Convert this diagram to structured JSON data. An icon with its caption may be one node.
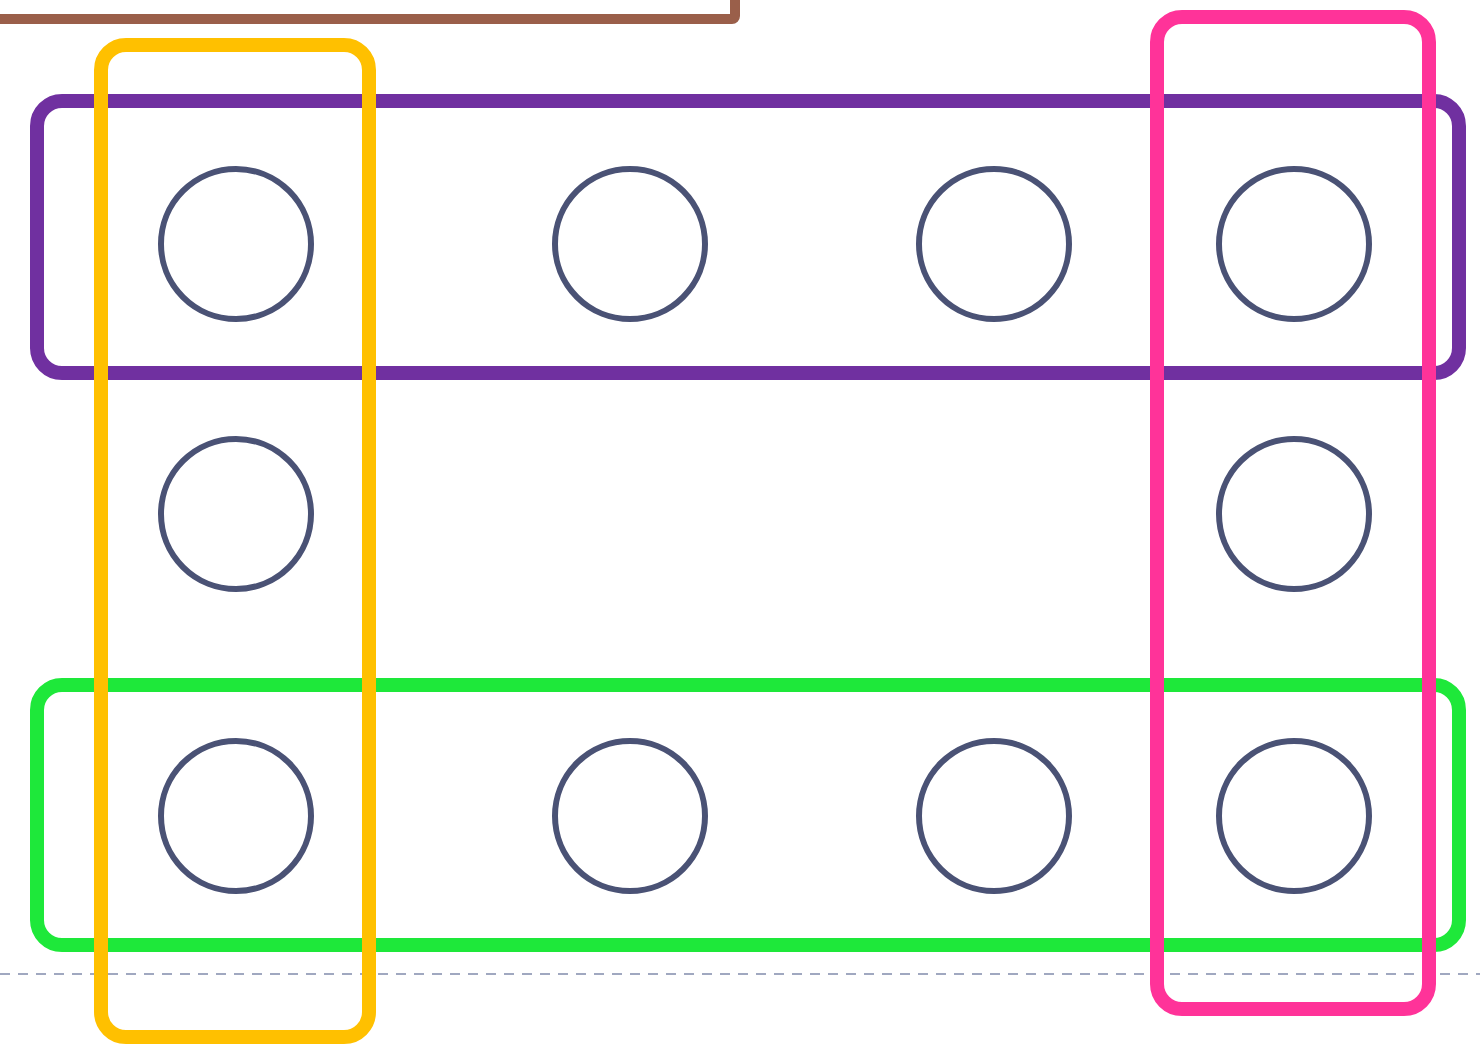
{
  "diagram": {
    "nodes": [
      {
        "text": [],
        "shape": "box"
      },
      {
        "text": [],
        "shape": "box"
      },
      {
        "text": [],
        "shape": "box"
      },
      {
        "text": [],
        "shape": "box"
      },
      {
        "text": [],
        "shape": "box"
      },
      {
        "text": [],
        "shape": "circle"
      },
      {
        "text": [],
        "shape": "circle",
        "in": 3
      },
      {
        "text": [],
        "shape": "circle",
        "in": 3
      },
      {
        "text": [],
        "shape": "circle"
      },
      {
        "text": [],
        "shape": "circle",
        "in": 1
      },
      {
        "text": [],
        "shape": "circle",
        "in": 2
      },
      {
        "text": [],
        "shape": "circle"
      },
      {
        "text": [],
        "shape": "circle",
        "in": 4
      },
      {
        "text": [],
        "shape": "circle",
        "in": 4
      },
      {
        "text": [],
        "shape": "circle"
      }
    ]
  }
}
